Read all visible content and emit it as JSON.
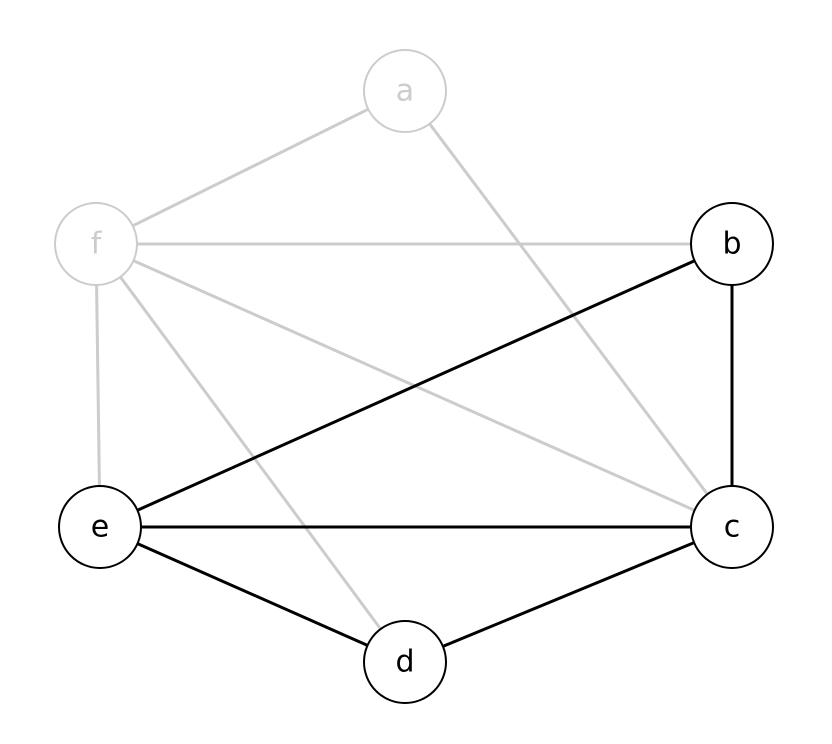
{
  "graph": {
    "nodes": [
      {
        "id": "a",
        "label": "a",
        "highlighted": false
      },
      {
        "id": "b",
        "label": "b",
        "highlighted": true
      },
      {
        "id": "c",
        "label": "c",
        "highlighted": true
      },
      {
        "id": "d",
        "label": "d",
        "highlighted": true
      },
      {
        "id": "e",
        "label": "e",
        "highlighted": true
      },
      {
        "id": "f",
        "label": "f",
        "highlighted": false
      }
    ],
    "edges": [
      {
        "from": "a",
        "to": "f",
        "highlighted": false
      },
      {
        "from": "a",
        "to": "c",
        "highlighted": false
      },
      {
        "from": "f",
        "to": "b",
        "highlighted": false
      },
      {
        "from": "f",
        "to": "c",
        "highlighted": false
      },
      {
        "from": "f",
        "to": "d",
        "highlighted": false
      },
      {
        "from": "f",
        "to": "e",
        "highlighted": false
      },
      {
        "from": "b",
        "to": "c",
        "highlighted": true
      },
      {
        "from": "b",
        "to": "e",
        "highlighted": true
      },
      {
        "from": "e",
        "to": "c",
        "highlighted": true
      },
      {
        "from": "e",
        "to": "d",
        "highlighted": true
      },
      {
        "from": "d",
        "to": "c",
        "highlighted": true
      }
    ]
  },
  "colors": {
    "highlight_stroke": "#000000",
    "dim_stroke": "#cccccc",
    "node_fill": "#ffffff",
    "highlight_text": "#000000",
    "dim_text": "#cccccc"
  }
}
